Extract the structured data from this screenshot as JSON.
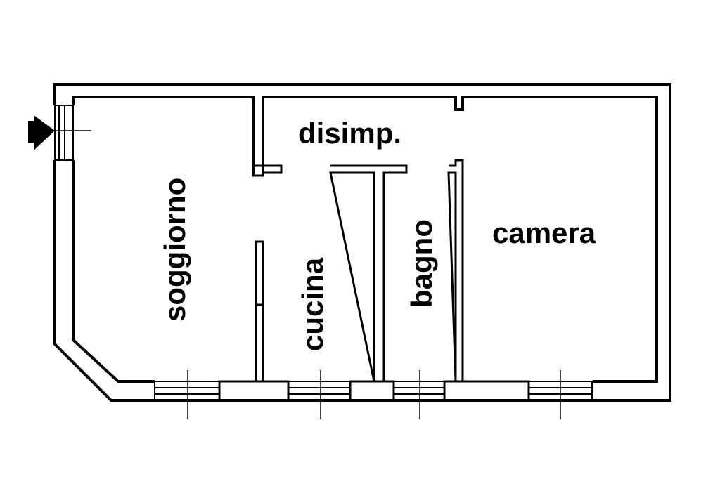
{
  "plan": {
    "rooms": {
      "disimpegno": "disimp.",
      "soggiorno": "soggiorno",
      "cucina": "cucina",
      "bagno": "bagno",
      "camera": "camera"
    },
    "entrance_icon": "entrance-arrow-icon"
  }
}
